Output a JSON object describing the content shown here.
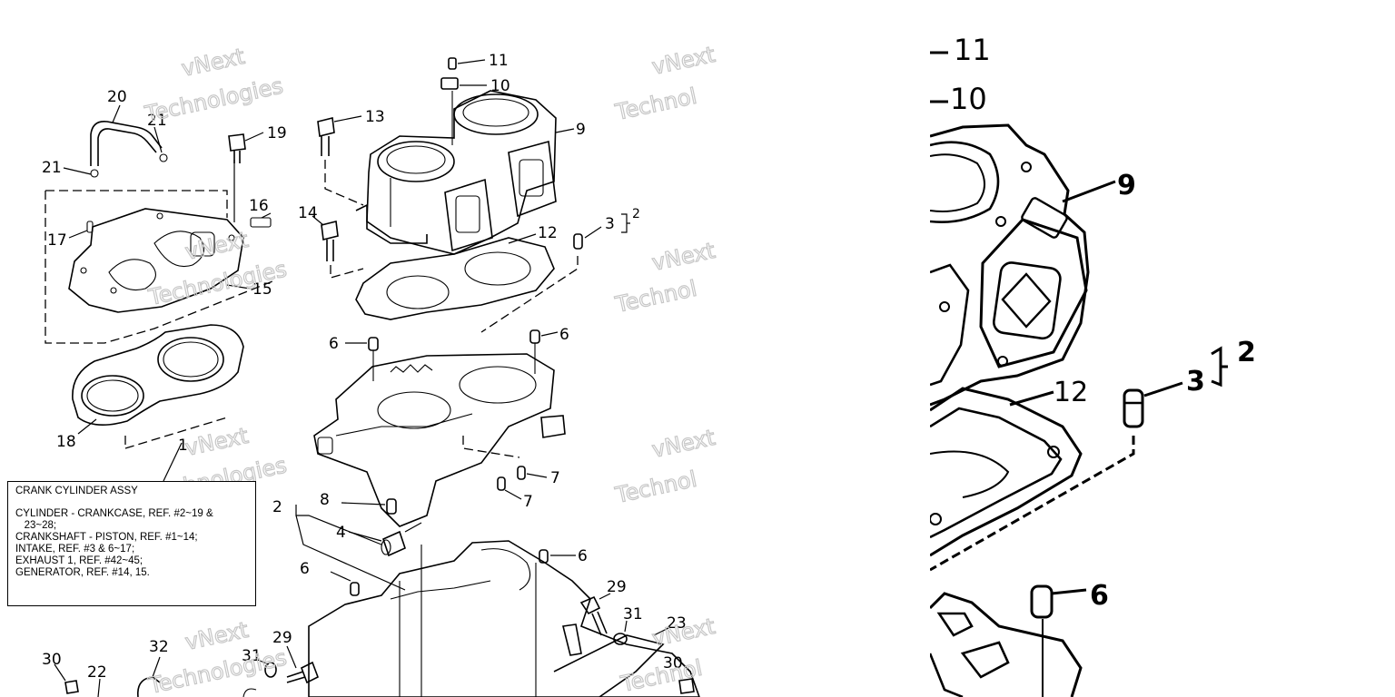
{
  "callouts": {
    "c1": "1",
    "c2a": "2",
    "c2b": "2",
    "c3": "3",
    "c4": "4",
    "c6a": "6",
    "c6b": "6",
    "c6c": "6",
    "c6d": "6",
    "c7a": "7",
    "c7b": "7",
    "c8": "8",
    "c9": "9",
    "c10": "10",
    "c11": "11",
    "c12": "12",
    "c13": "13",
    "c14": "14",
    "c15": "15",
    "c16": "16",
    "c17": "17",
    "c18": "18",
    "c19": "19",
    "c20": "20",
    "c21a": "21",
    "c21b": "21",
    "c22": "22",
    "c23": "23",
    "c29a": "29",
    "c29b": "29",
    "c30a": "30",
    "c30b": "30",
    "c31a": "31",
    "c31b": "31",
    "c32": "32"
  },
  "zoom_callouts": {
    "z11": "11",
    "z10": "10",
    "z9": "9",
    "z12": "12",
    "z3": "3",
    "z2": "2",
    "z6": "6"
  },
  "note": {
    "title": "CRANK CYLINDER ASSY",
    "lines": [
      "CYLINDER - CRANKCASE, REF. #2~19 &",
      "   23~28;",
      "CRANKSHAFT - PISTON, REF. #1~14;",
      "INTAKE, REF. #3 & 6~17;",
      "EXHAUST 1, REF. #42~45;",
      "GENERATOR, REF. #14, 15."
    ]
  },
  "watermark": {
    "line1": "vNext",
    "line2": "Technologies",
    "line2_cut": "Technol"
  }
}
